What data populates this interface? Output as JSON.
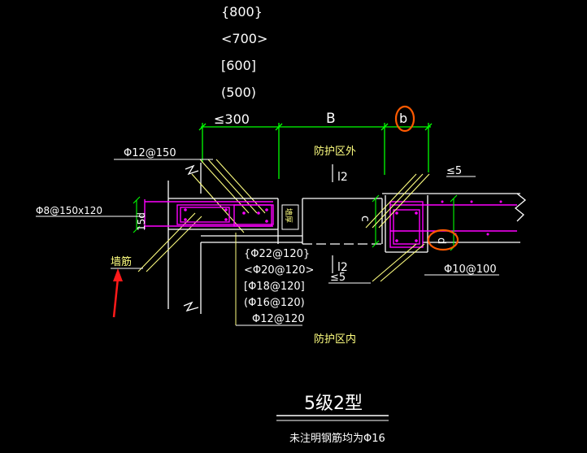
{
  "dims": {
    "d800": "{800}",
    "d700": "<700>",
    "d600": "[600]",
    "d500": "(500)",
    "d300": "≤300",
    "B": "B",
    "b": "b",
    "c": "c",
    "d": "d",
    "le5_top": "≤5",
    "le5_bottom": "≤5",
    "l2_top": "l2",
    "l2_bottom": "l2",
    "d15": "15d"
  },
  "labels": {
    "outside_zone": "防护区外",
    "inside_zone": "防护区内",
    "wall_bar": "墙筋",
    "thin_wall": "墙厚",
    "title": "5级2型",
    "note": "未注明钢筋均为Φ16"
  },
  "rebar": {
    "phi12_150": "Φ12@150",
    "phi8": "Φ8@150x120",
    "phi10_100": "Φ10@100",
    "stirrups": [
      "{Φ22@120}",
      "<Φ20@120>",
      "[Φ18@120]",
      "(Φ16@120)",
      "Φ12@120"
    ]
  },
  "colors": {
    "bg": "#000000",
    "white": "#ffffff",
    "dim_green": "#00ff00",
    "text_yellow": "#ffff80",
    "rebar_magenta": "#ff00ff",
    "annot_orange": "#ff5a00",
    "arrow_red": "#ff1a1a"
  }
}
